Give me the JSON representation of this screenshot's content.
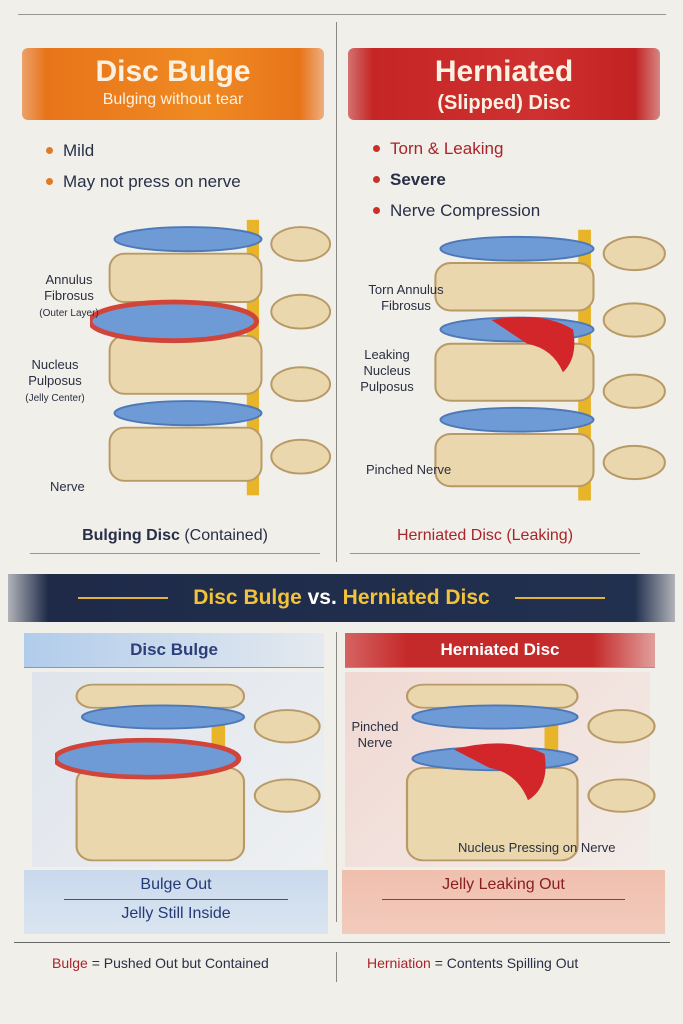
{
  "left": {
    "title": "Disc Bulge",
    "subtitle": "Bulging without tear",
    "bullets": [
      "Mild",
      "May not press on nerve"
    ],
    "labels": {
      "annulus": "Annulus",
      "fibrosus": "Fibrosus",
      "outer": "(Outer Layer)",
      "nucleus": "Nucleus",
      "pulposus": "Pulposus",
      "jelly": "(Jelly Center)",
      "nerve": "Nerve"
    },
    "caption_main": "Bulging Disc",
    "caption_paren": "(Contained)"
  },
  "right": {
    "title": "Herniated",
    "subtitle": "(Slipped) Disc",
    "bullets": [
      "Torn & Leaking",
      "Severe",
      "Nerve Compression"
    ],
    "labels": {
      "torn1": "Torn Annulus",
      "torn2": "Fibrosus",
      "leak1": "Leaking",
      "leak2": "Nucleus",
      "leak3": "Pulposus",
      "pinched": "Pinched Nerve"
    },
    "caption": "Herniated Disc (Leaking)"
  },
  "comparison": {
    "title_a": "Disc Bulge",
    "title_vs": "vs.",
    "title_b": "Herniated Disc",
    "left_header": "Disc Bulge",
    "right_header": "Herniated Disc",
    "right_labels": {
      "pinched1": "Pinched",
      "pinched2": "Nerve",
      "pressing": "Nucleus Pressing on Nerve"
    },
    "left_band": [
      "Bulge Out",
      "Jelly Still Inside"
    ],
    "right_band": [
      "Jelly Leaking Out"
    ]
  },
  "footer": {
    "left_term": "Bulge",
    "left_def": "= Pushed Out but Contained",
    "right_term": "Herniation",
    "right_def": "= Contents Spilling Out"
  },
  "colors": {
    "orange": "#e8741a",
    "red": "#c52525",
    "navy": "#1e2a48",
    "gold": "#f2c23a",
    "disc": "#6e9bd6",
    "bone": "#ead7ad",
    "nerve": "#e8b52a"
  }
}
